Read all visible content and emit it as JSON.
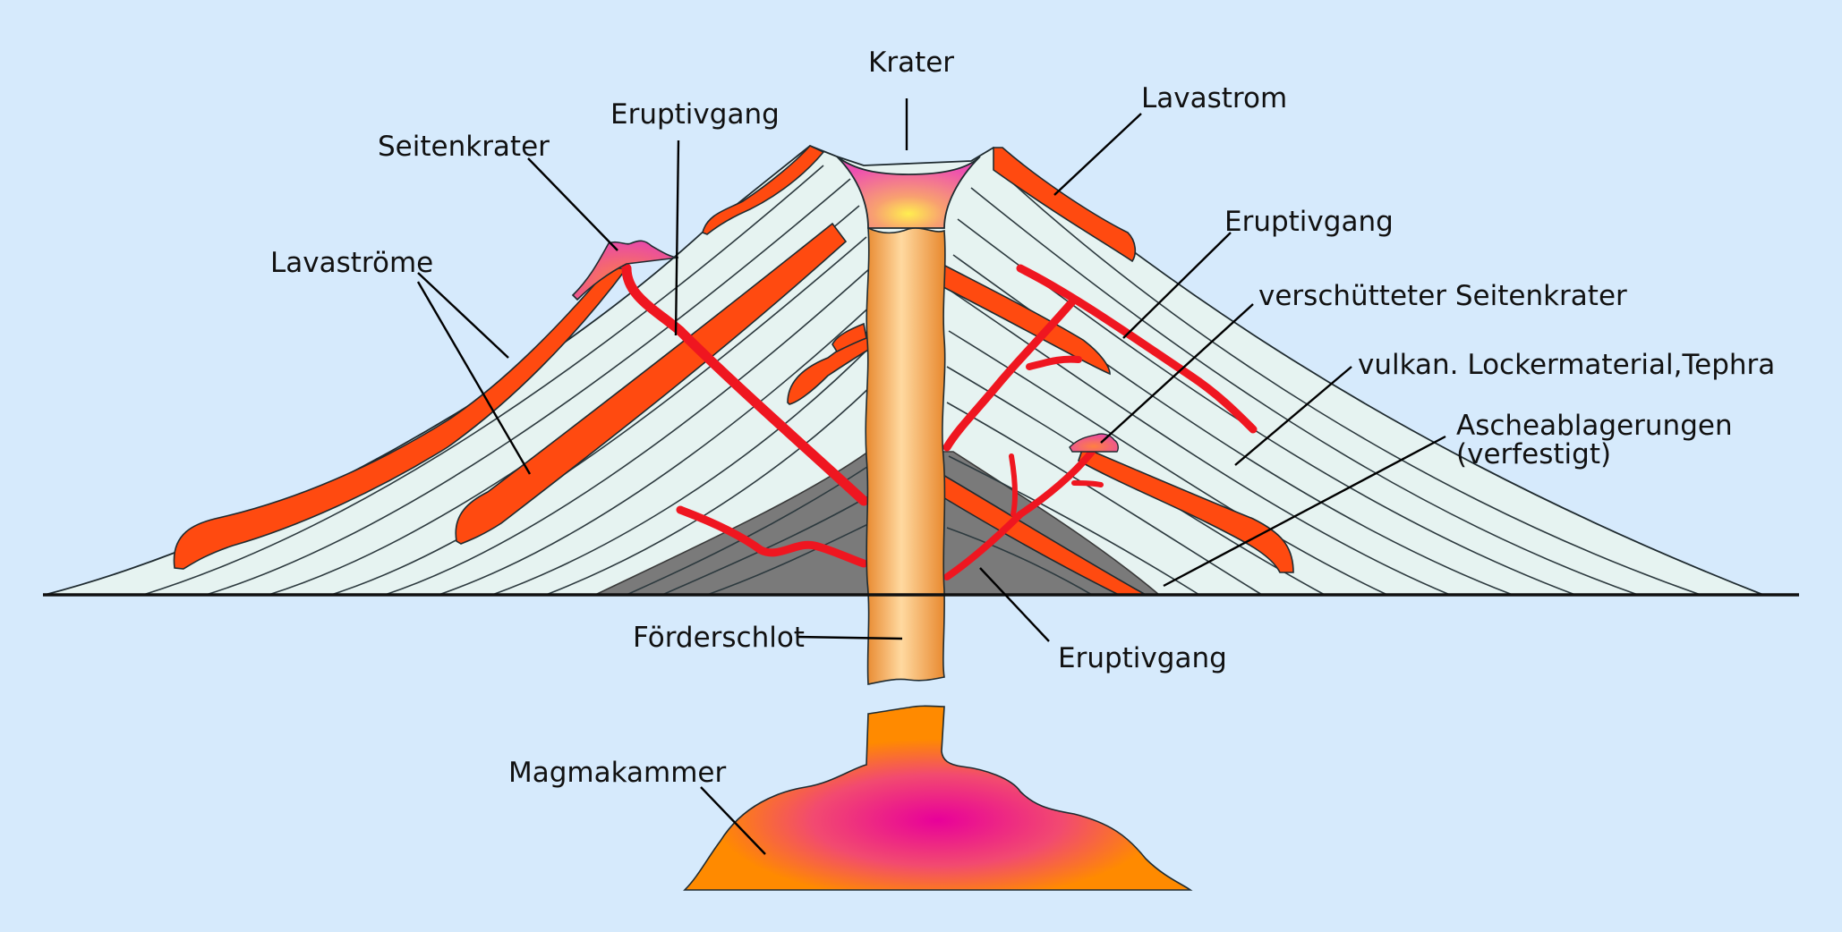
{
  "colors": {
    "background": "#d6eafc",
    "cone": "#e6f3f1",
    "ash": "#7a7a7a",
    "lava_flow": "#ff4a10",
    "dike": "#ef1620",
    "conduit": "#f2a04a",
    "magma": "#ff8a00",
    "magma_center": "#e8009a",
    "crater": "#f060b0"
  },
  "labels": {
    "krater": "Krater",
    "eruptivgang_top": "Eruptivgang",
    "lavastrom": "Lavastrom",
    "seitenkrater": "Seitenkrater",
    "eruptivgang_right": "Eruptivgang",
    "lavastroeme": "Lavaströme",
    "verschuetteter_seitenkrater": "verschütteter Seitenkrater",
    "tephra": "vulkan. Lockermaterial,Tephra",
    "ascheablagerungen_1": "Ascheablagerungen",
    "ascheablagerungen_2": "(verfestigt)",
    "foerderschlot": "Förderschlot",
    "eruptivgang_bottom": "Eruptivgang",
    "magmakammer": "Magmakammer"
  }
}
